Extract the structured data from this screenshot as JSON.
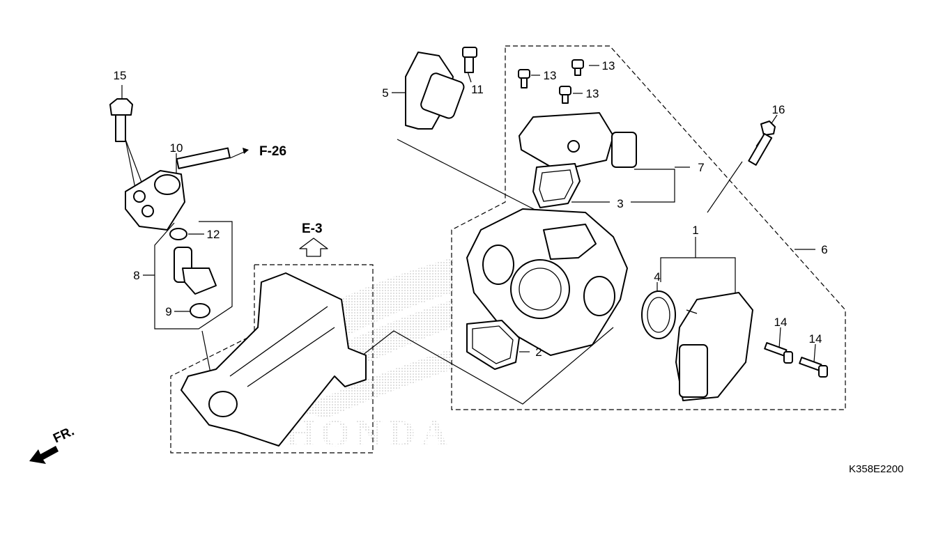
{
  "diagram": {
    "part_labels": {
      "p1": "1",
      "p2": "2",
      "p3": "3",
      "p4": "4",
      "p5": "5",
      "p6": "6",
      "p7": "7",
      "p8": "8",
      "p9": "9",
      "p10": "10",
      "p11": "11",
      "p12": "12",
      "p13a": "13",
      "p13b": "13",
      "p13c": "13",
      "p14a": "14",
      "p14b": "14",
      "p15": "15",
      "p16": "16"
    },
    "references": {
      "f26": "F-26",
      "e3": "E-3"
    },
    "front_indicator": "FR.",
    "diagram_code": "K358E2200",
    "watermark": "HONDA"
  }
}
